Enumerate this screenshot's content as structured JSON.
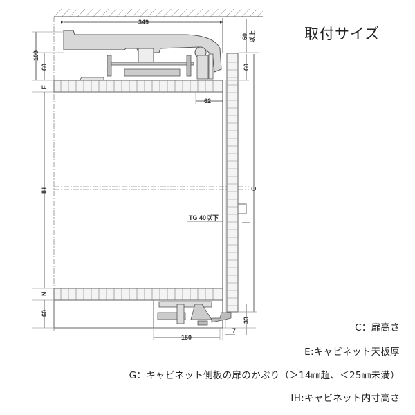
{
  "title": "取付サイズ",
  "dimensions": {
    "top_width": "349",
    "top_clearance": "60",
    "top_clearance_note": "以上",
    "left_total": "109",
    "left_upper": "60",
    "right_upper": "60",
    "label_e": "E",
    "inset": "62",
    "label_ih": "IH",
    "label_c": "C",
    "tg": "TG 40以下",
    "label_n": "N",
    "bottom_left": "60",
    "bottom_width": "150",
    "bottom_gap": "7",
    "bottom_right": "33"
  },
  "legend": [
    {
      "text": "C：扉高さ"
    },
    {
      "text": "E:キャビネット天板厚"
    },
    {
      "text": "G：キャビネット側板の扉のかぶり（＞14㎜超、＜25㎜未満）"
    },
    {
      "text": "IH:キャビネット内寸高さ"
    }
  ],
  "colors": {
    "line": "#555555",
    "part_fill": "#d8d8d8",
    "panel_fill": "#f4f4f4"
  }
}
